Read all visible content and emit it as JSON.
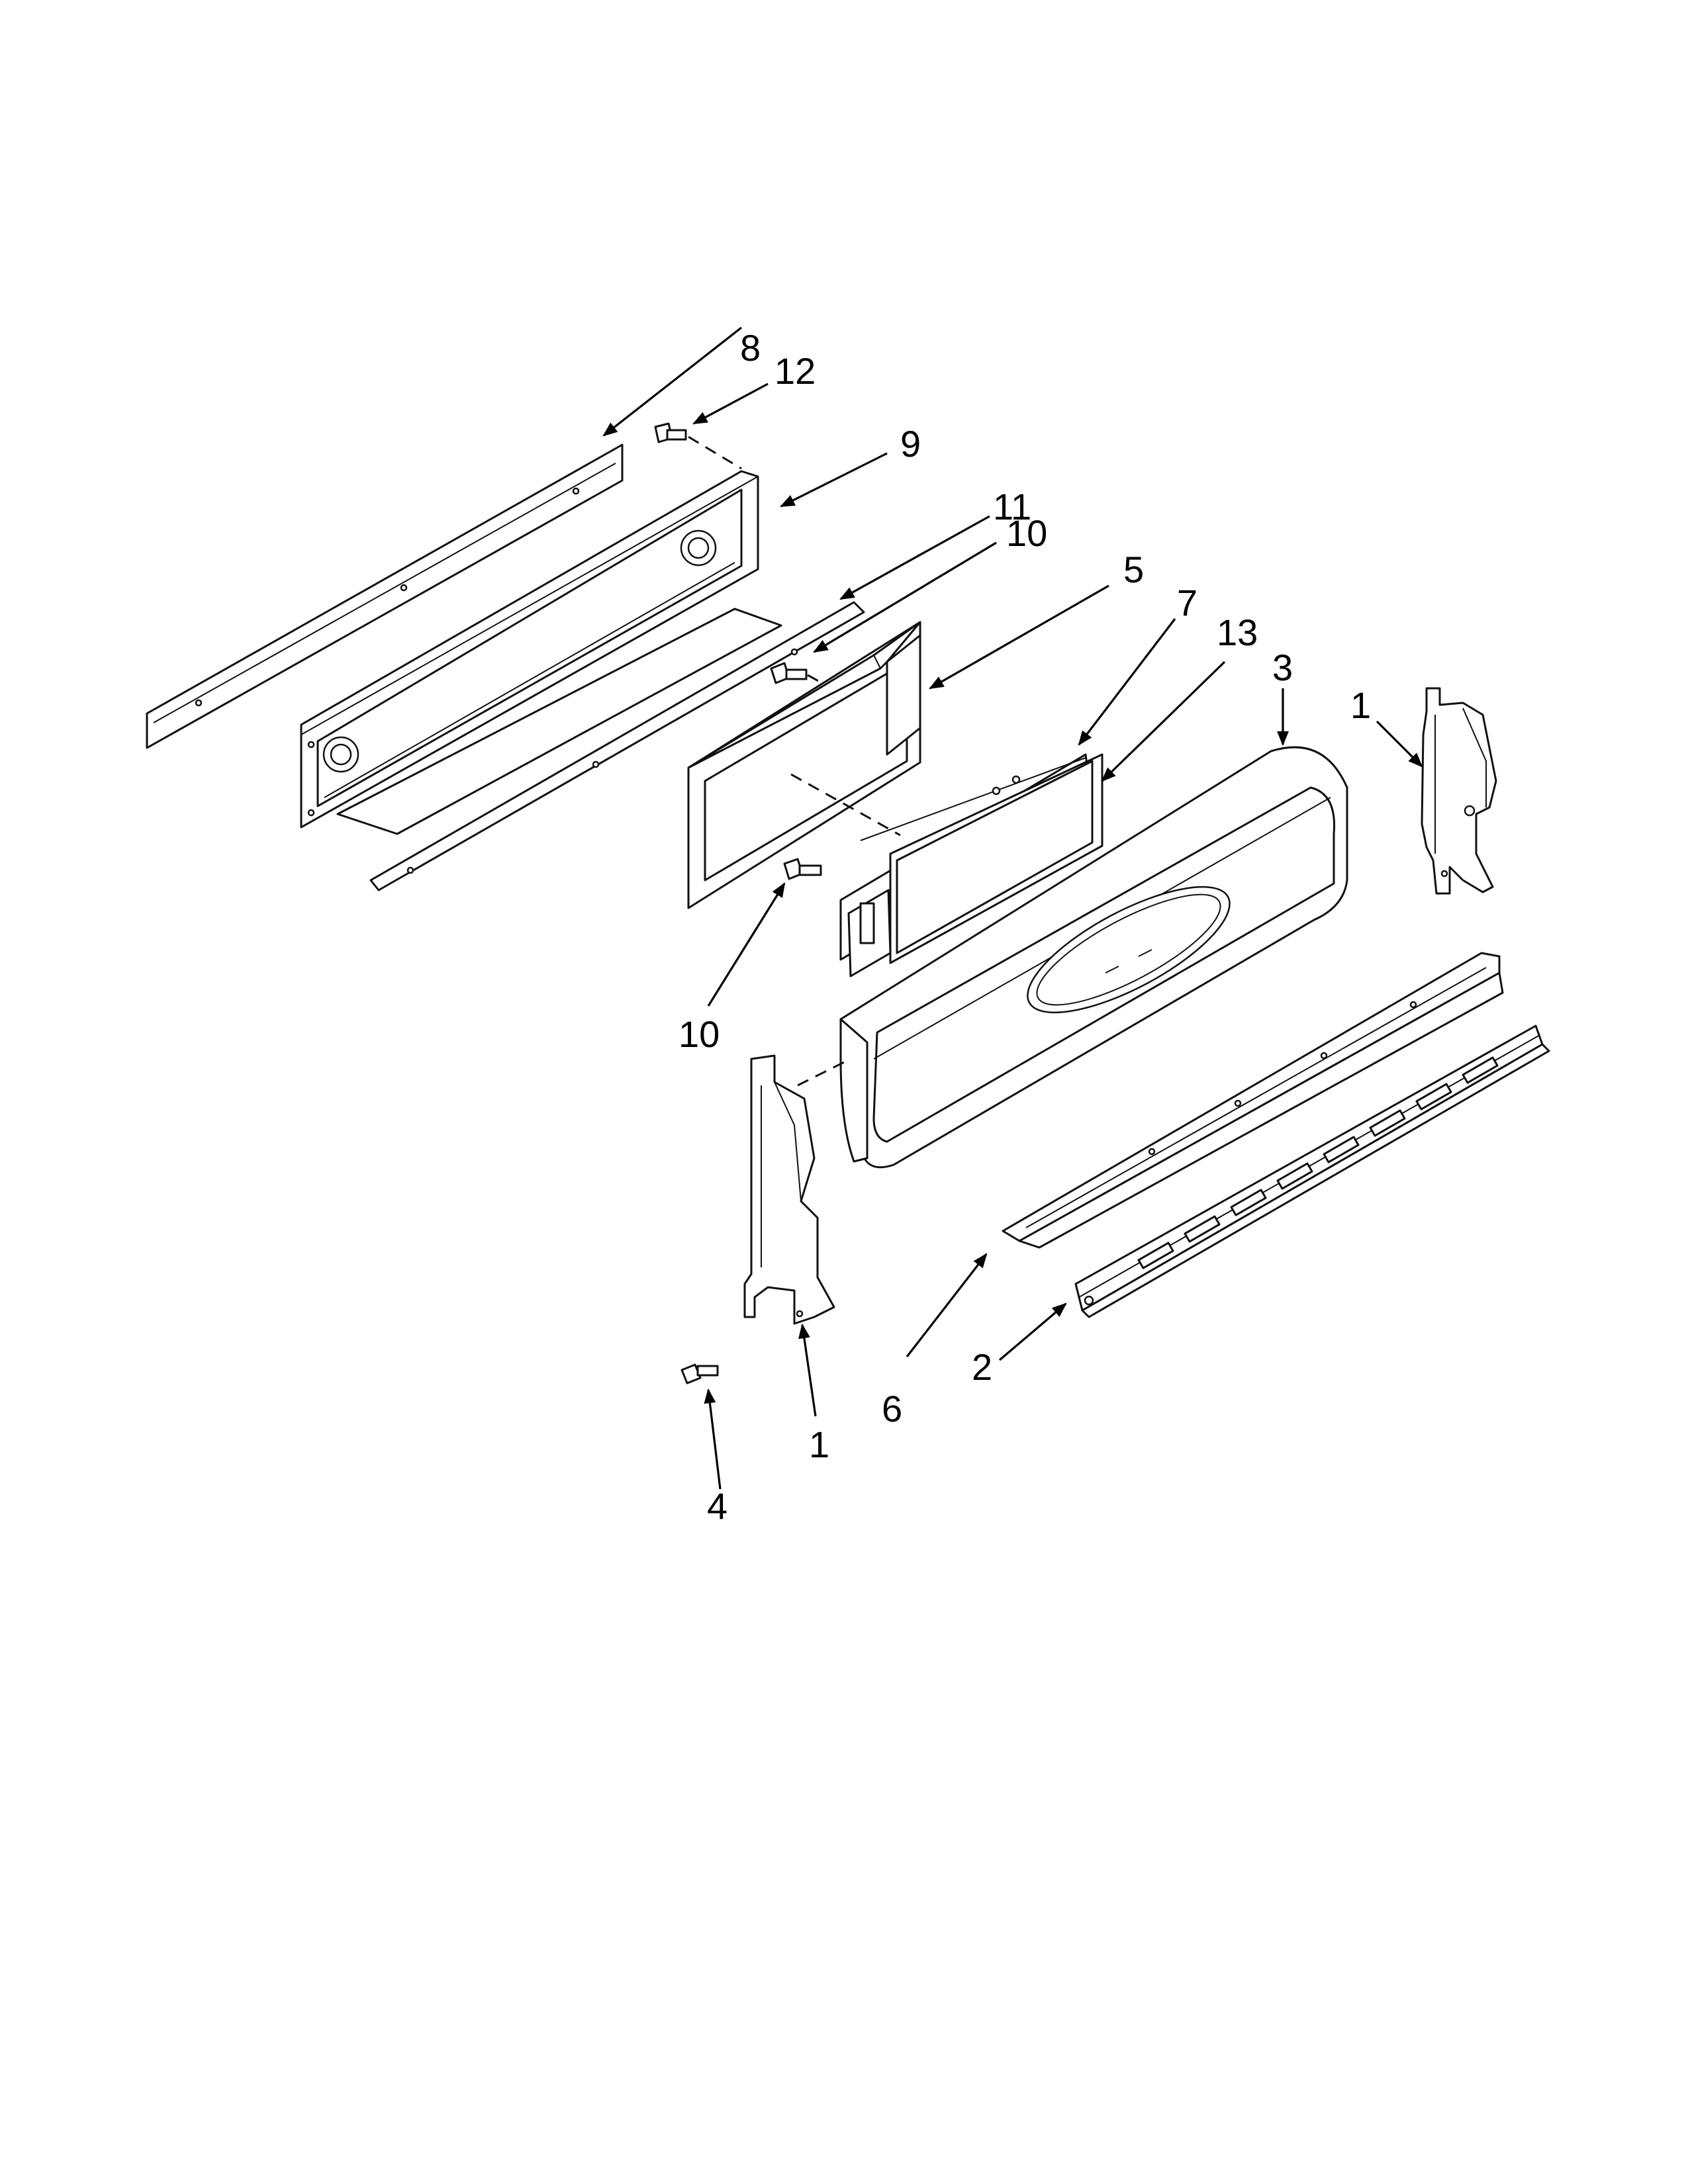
{
  "callouts": {
    "c8": "8",
    "c12": "12",
    "c9": "9",
    "c11": "11",
    "c10a": "10",
    "c5": "5",
    "c7": "7",
    "c13": "13",
    "c3": "3",
    "c1a": "1",
    "c10b": "10",
    "c6": "6",
    "c2": "2",
    "c1b": "1",
    "c4": "4"
  },
  "colors": {
    "line": "#111111",
    "background": "#ffffff"
  }
}
